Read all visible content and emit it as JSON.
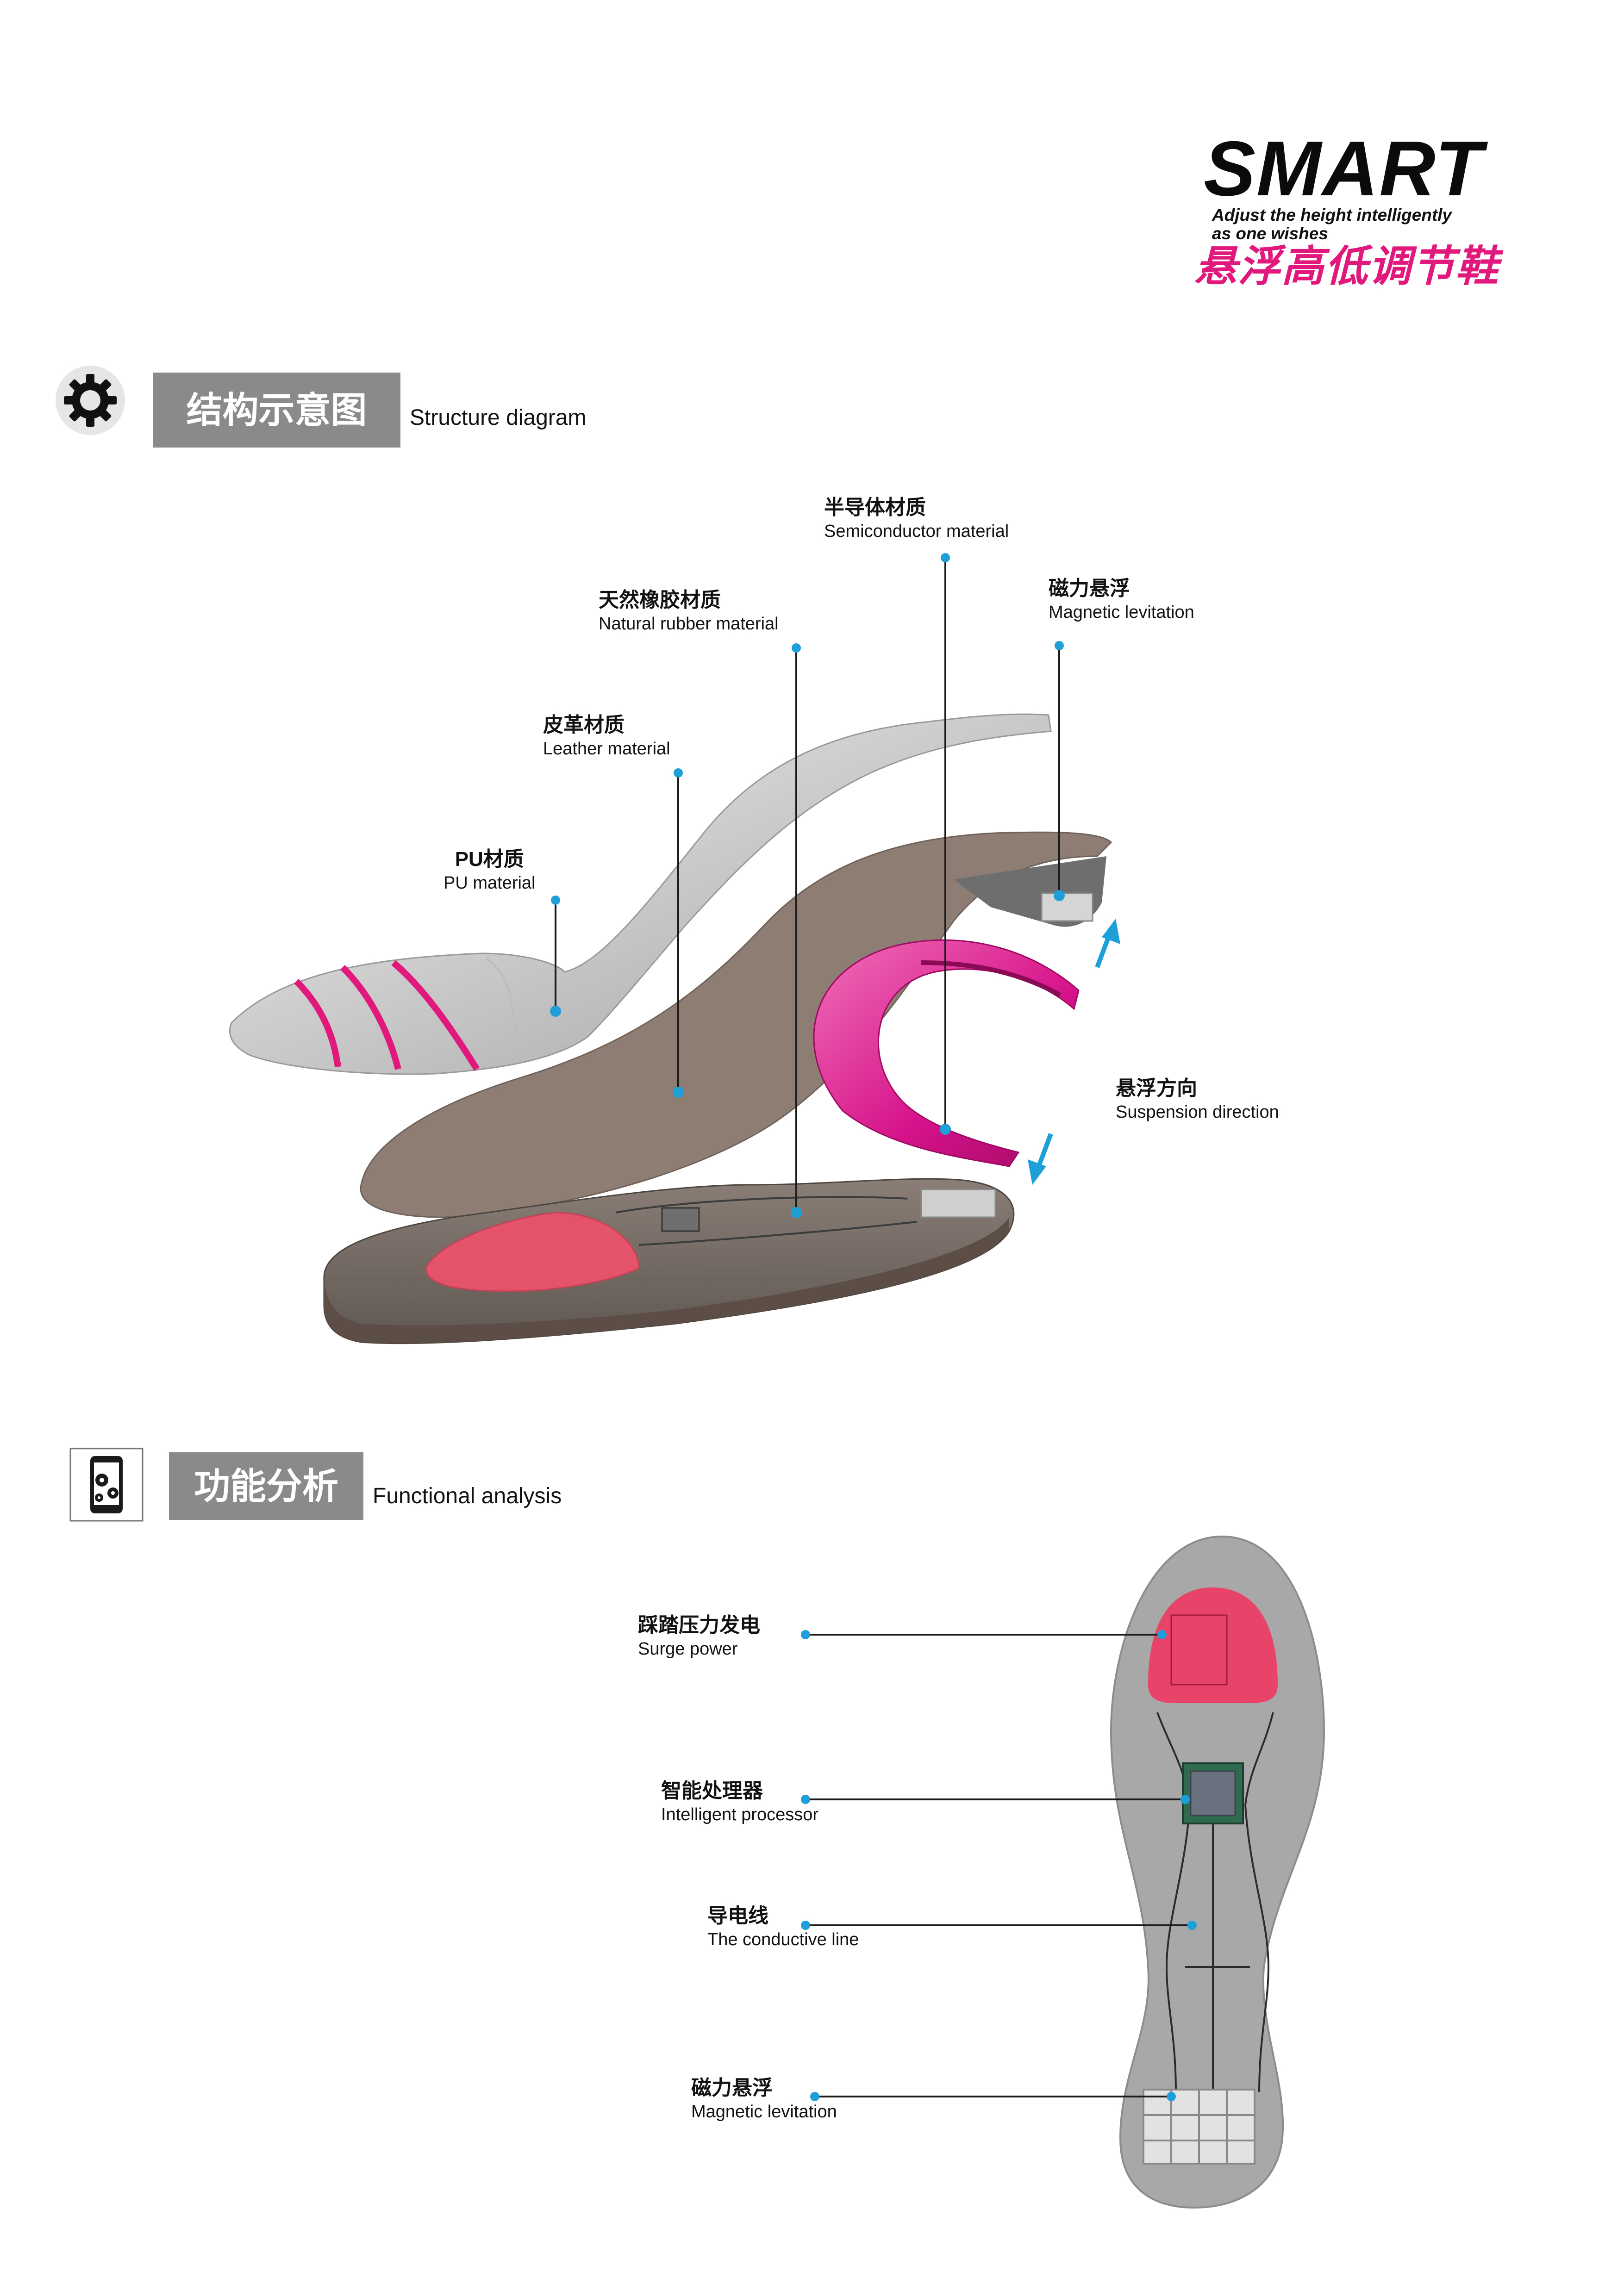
{
  "brand": {
    "title": "SMART",
    "tagline_line1": "Adjust the height intelligently",
    "tagline_line2": "as one wishes",
    "chinese_title": "悬浮高低调节鞋"
  },
  "structure_section": {
    "title_cn": "结构示意图",
    "title_en": "Structure diagram",
    "icon": "gear-icon",
    "labels": [
      {
        "cn": "半导体材质",
        "en": "Semiconductor material"
      },
      {
        "cn": "磁力悬浮",
        "en": "Magnetic levitation"
      },
      {
        "cn": "天然橡胶材质",
        "en": "Natural rubber material"
      },
      {
        "cn": "皮革材质",
        "en": "Leather material"
      },
      {
        "cn": "PU材质",
        "en": "PU material"
      },
      {
        "cn": "悬浮方向",
        "en": "Suspension direction"
      }
    ]
  },
  "function_section": {
    "title_cn": "功能分析",
    "title_en": "Functional analysis",
    "icon": "phone-gears-icon",
    "labels": [
      {
        "cn": "踩踏压力发电",
        "en": "Surge power"
      },
      {
        "cn": "智能处理器",
        "en": "Intelligent processor"
      },
      {
        "cn": "导电线",
        "en": "The conductive line"
      },
      {
        "cn": "磁力悬浮",
        "en": "Magnetic levitation"
      }
    ]
  },
  "colors": {
    "accent_magenta": "#e2197d",
    "leader_blue": "#1e9fd8",
    "section_gray": "#8a8a8a",
    "insole_brown": "#8d7d72",
    "sole_pink": "#e3536a"
  }
}
